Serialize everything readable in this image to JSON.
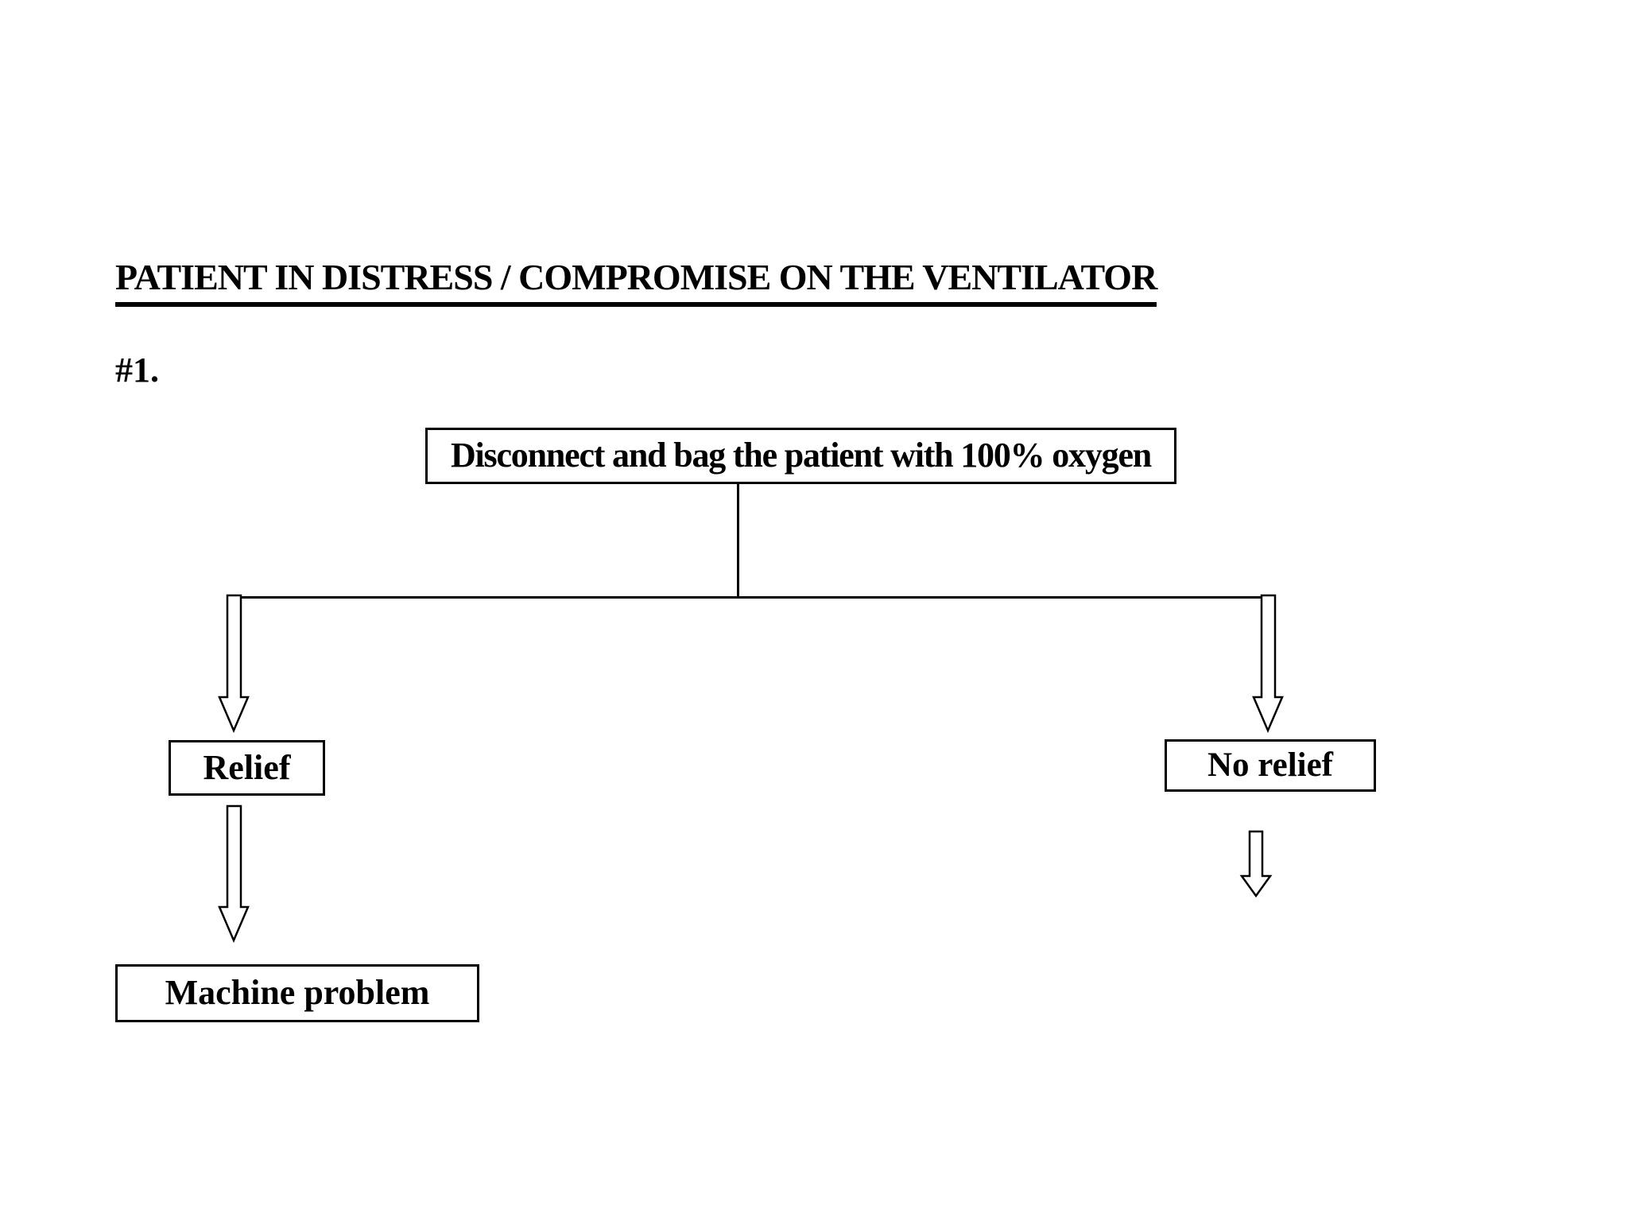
{
  "document": {
    "title": "PATIENT IN DISTRESS / COMPROMISE ON THE VENTILATOR",
    "section_label": "#1."
  },
  "flowchart": {
    "nodes": [
      {
        "id": "disconnect",
        "label": "Disconnect and bag the patient with 100% oxygen"
      },
      {
        "id": "relief",
        "label": "Relief"
      },
      {
        "id": "no_relief",
        "label": "No relief"
      },
      {
        "id": "machine_problem",
        "label": "Machine problem"
      }
    ],
    "edges": [
      {
        "from": "disconnect",
        "to": "relief",
        "style": "hollow-down-arrow"
      },
      {
        "from": "disconnect",
        "to": "no_relief",
        "style": "hollow-down-arrow"
      },
      {
        "from": "relief",
        "to": "machine_problem",
        "style": "hollow-down-arrow"
      },
      {
        "from": "no_relief",
        "to": "",
        "style": "hollow-down-arrow-continuation"
      }
    ]
  },
  "colors": {
    "ink": "#000000",
    "paper": "#ffffff"
  }
}
